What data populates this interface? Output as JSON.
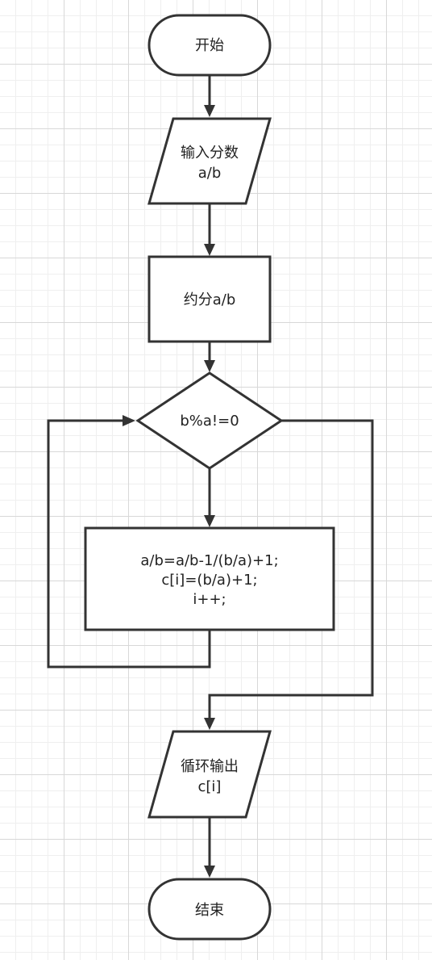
{
  "nodes": {
    "start": {
      "text": "开始"
    },
    "input": {
      "line1": "输入分数",
      "line2": "a/b"
    },
    "reduce": {
      "text": "约分a/b"
    },
    "condition": {
      "text": "b%a!=0"
    },
    "process": {
      "line1": "a/b=a/b-1/(b/a)+1;",
      "line2": "c[i]=(b/a)+1;",
      "line3": "i++;"
    },
    "output": {
      "line1": "循环输出",
      "line2": "c[i]"
    },
    "end": {
      "text": "结束"
    }
  },
  "colors": {
    "stroke": "#333333",
    "fill": "#ffffff",
    "grid": "#d8d8d8"
  }
}
